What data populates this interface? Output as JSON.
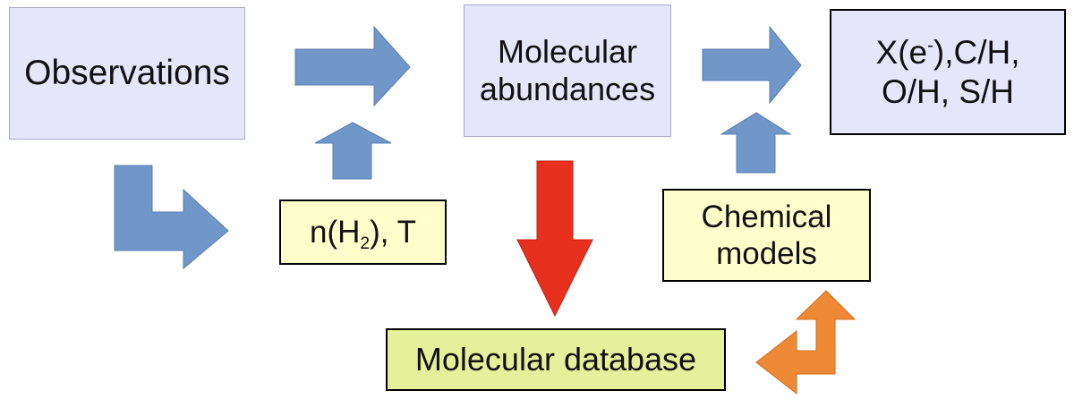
{
  "nodes": {
    "observations": {
      "label": "Observations"
    },
    "molecular_abundances": {
      "line1": "Molecular",
      "line2": "abundances"
    },
    "elemental_abundances": {
      "line1_a": "X(e",
      "line1_sup": "-",
      "line1_b": "),C/H,",
      "line2": "O/H, S/H"
    },
    "density_temperature": {
      "text_a": "n(H",
      "text_sub": "2",
      "text_b": "), T"
    },
    "chemical_models": {
      "line1": "Chemical",
      "line2": "models"
    },
    "molecular_database": {
      "label": "Molecular database"
    }
  },
  "colors": {
    "blue_arrow": "#7196c8",
    "red_arrow": "#e8301f",
    "orange_arrow": "#ee8a35",
    "lavender_box": "#e6e6fa",
    "yellow_box": "#ffffcc",
    "green_box": "#e4f09a"
  }
}
